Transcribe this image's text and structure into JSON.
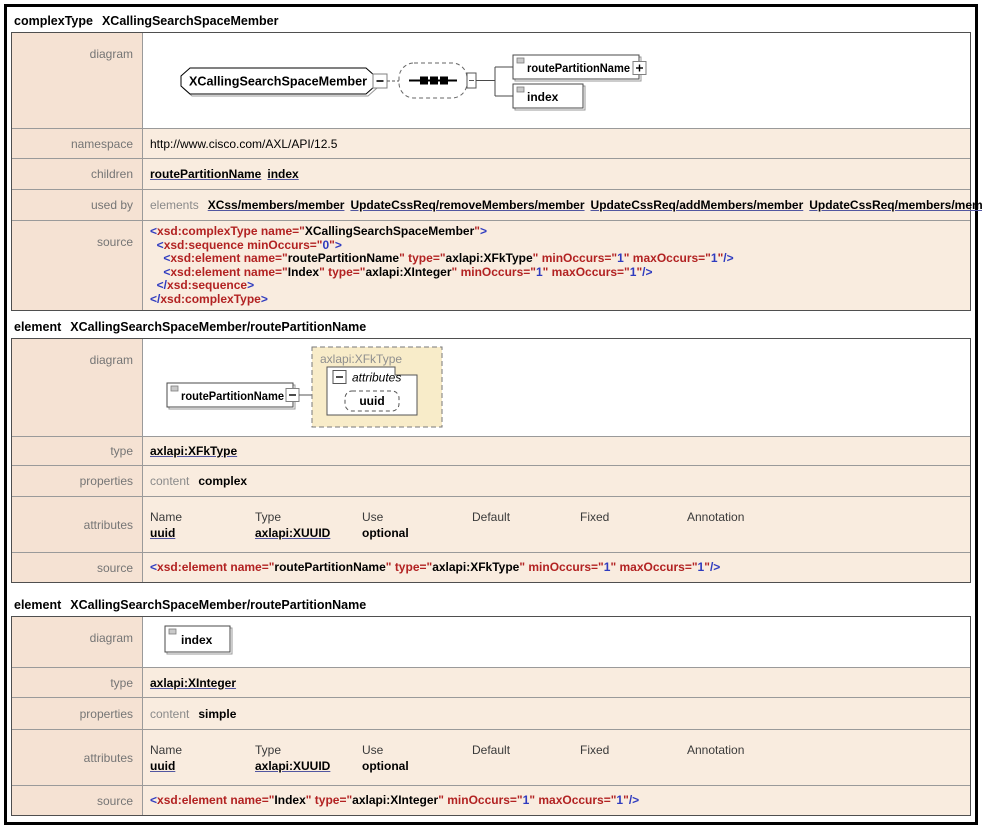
{
  "s1": {
    "kind": "complexType",
    "name": "XCallingSearchSpaceMember",
    "rows": {
      "diagram": "diagram",
      "namespace": "namespace",
      "children": "children",
      "usedby": "used by",
      "source": "source"
    },
    "diagram": {
      "root": "XCallingSearchSpaceMember",
      "child1": "routePartitionName",
      "child2": "index"
    },
    "namespace_value": "http://www.cisco.com/AXL/API/12.5",
    "children_links": [
      "routePartitionName",
      "index"
    ],
    "usedby": {
      "prefix": "elements",
      "links": [
        "XCss/members/member",
        "UpdateCssReq/removeMembers/member",
        "UpdateCssReq/addMembers/member",
        "UpdateCssReq/members/member"
      ]
    },
    "source": [
      [
        [
          "b",
          "<"
        ],
        [
          "r",
          "xsd:complexType "
        ],
        [
          "r",
          "name=\""
        ],
        [
          "k",
          "XCallingSearchSpaceMember"
        ],
        [
          "r",
          "\""
        ],
        [
          "b",
          ">"
        ]
      ],
      [
        [
          "b",
          "  <"
        ],
        [
          "r",
          "xsd:sequence "
        ],
        [
          "r",
          "minOccurs=\""
        ],
        [
          "n",
          "0"
        ],
        [
          "r",
          "\""
        ],
        [
          "b",
          ">"
        ]
      ],
      [
        [
          "b",
          "    <"
        ],
        [
          "r",
          "xsd:element "
        ],
        [
          "r",
          "name=\""
        ],
        [
          "k",
          "routePartitionName"
        ],
        [
          "r",
          "\" "
        ],
        [
          "r",
          "type=\""
        ],
        [
          "k",
          "axlapi:XFkType"
        ],
        [
          "r",
          "\" "
        ],
        [
          "r",
          "minOccurs=\""
        ],
        [
          "n",
          "1"
        ],
        [
          "r",
          "\" "
        ],
        [
          "r",
          "maxOccurs=\""
        ],
        [
          "n",
          "1"
        ],
        [
          "r",
          "\""
        ],
        [
          "b",
          "/>"
        ]
      ],
      [
        [
          "b",
          "    <"
        ],
        [
          "r",
          "xsd:element "
        ],
        [
          "r",
          "name=\""
        ],
        [
          "k",
          "Index"
        ],
        [
          "r",
          "\" "
        ],
        [
          "r",
          "type=\""
        ],
        [
          "k",
          "axlapi:XInteger"
        ],
        [
          "r",
          "\" "
        ],
        [
          "r",
          "minOccurs=\""
        ],
        [
          "n",
          "1"
        ],
        [
          "r",
          "\" "
        ],
        [
          "r",
          "maxOccurs=\""
        ],
        [
          "n",
          "1"
        ],
        [
          "r",
          "\""
        ],
        [
          "b",
          "/>"
        ]
      ],
      [
        [
          "b",
          "  </"
        ],
        [
          "r",
          "xsd:sequence"
        ],
        [
          "b",
          ">"
        ]
      ],
      [
        [
          "b",
          "</"
        ],
        [
          "r",
          "xsd:complexType"
        ],
        [
          "b",
          ">"
        ]
      ]
    ]
  },
  "s2": {
    "kind": "element",
    "name": "XCallingSearchSpaceMember/routePartitionName",
    "rows": {
      "diagram": "diagram",
      "type": "type",
      "properties": "properties",
      "attributes": "attributes",
      "source": "source"
    },
    "diagram": {
      "element": "routePartitionName",
      "container": "axlapi:XFkType",
      "attributes_label": "attributes",
      "attr": "uuid"
    },
    "type_value": "axlapi:XFkType",
    "properties": {
      "prefix": "content",
      "value": "complex"
    },
    "attrs": {
      "headers": [
        "Name",
        "Type",
        "Use",
        "Default",
        "Fixed",
        "Annotation"
      ],
      "name": "uuid",
      "type": "axlapi:XUUID",
      "use": "optional",
      "default": "",
      "fixed": "",
      "annotation": ""
    },
    "source": [
      [
        [
          "b",
          "<"
        ],
        [
          "r",
          "xsd:element "
        ],
        [
          "r",
          "name=\""
        ],
        [
          "k",
          "routePartitionName"
        ],
        [
          "r",
          "\" "
        ],
        [
          "r",
          "type=\""
        ],
        [
          "k",
          "axlapi:XFkType"
        ],
        [
          "r",
          "\" "
        ],
        [
          "r",
          "minOccurs=\""
        ],
        [
          "n",
          "1"
        ],
        [
          "r",
          "\" "
        ],
        [
          "r",
          "maxOccurs=\""
        ],
        [
          "n",
          "1"
        ],
        [
          "r",
          "\""
        ],
        [
          "b",
          "/>"
        ]
      ]
    ]
  },
  "s3": {
    "kind": "element",
    "name": "XCallingSearchSpaceMember/routePartitionName",
    "rows": {
      "diagram": "diagram",
      "type": "type",
      "properties": "properties",
      "attributes": "attributes",
      "source": "source"
    },
    "diagram": {
      "element": "index"
    },
    "type_value": "axlapi:XInteger",
    "properties": {
      "prefix": "content",
      "value": "simple"
    },
    "attrs": {
      "headers": [
        "Name",
        "Type",
        "Use",
        "Default",
        "Fixed",
        "Annotation"
      ],
      "name": "uuid",
      "type": "axlapi:XUUID",
      "use": "optional",
      "default": "",
      "fixed": "",
      "annotation": ""
    },
    "source": [
      [
        [
          "b",
          "<"
        ],
        [
          "r",
          "xsd:element "
        ],
        [
          "r",
          "name=\""
        ],
        [
          "k",
          "Index"
        ],
        [
          "r",
          "\" "
        ],
        [
          "r",
          "type=\""
        ],
        [
          "k",
          "axlapi:XInteger"
        ],
        [
          "r",
          "\" "
        ],
        [
          "r",
          "minOccurs=\""
        ],
        [
          "n",
          "1"
        ],
        [
          "r",
          "\" "
        ],
        [
          "r",
          "maxOccurs=\""
        ],
        [
          "n",
          "1"
        ],
        [
          "r",
          "\""
        ],
        [
          "b",
          "/>"
        ]
      ]
    ]
  }
}
